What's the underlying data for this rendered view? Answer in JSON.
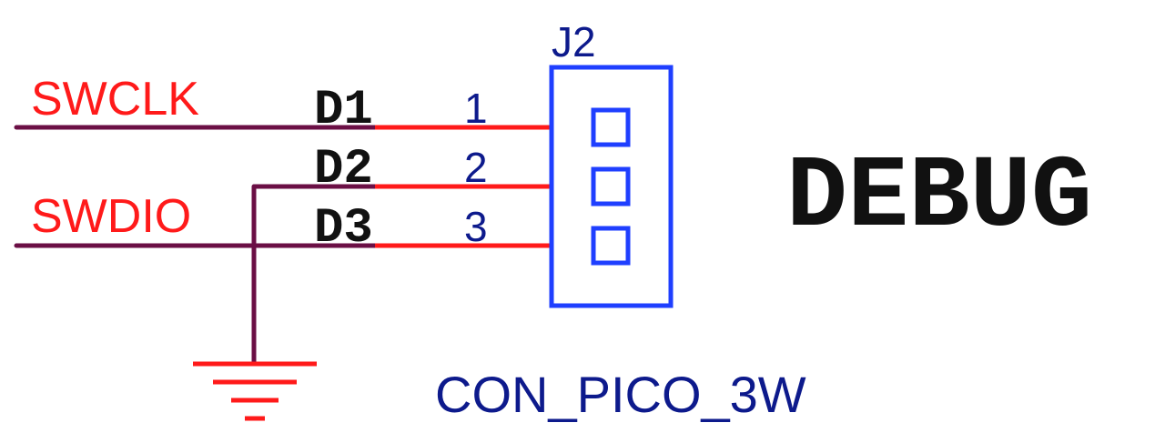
{
  "colors": {
    "wire": "#6b0f45",
    "pin": "#ff1a1a",
    "net_label": "#ff1a1a",
    "symbol": "#1f3fff",
    "symbol_text": "#0d1a8c",
    "pin_name_text": "#111111",
    "ground": "#ff1a1a"
  },
  "nets": {
    "swclk": "SWCLK",
    "swdio": "SWDIO"
  },
  "connector": {
    "reference": "J2",
    "value": "CON_PICO_3W",
    "pins": [
      {
        "name": "D1",
        "number": "1"
      },
      {
        "name": "D2",
        "number": "2"
      },
      {
        "name": "D3",
        "number": "3"
      }
    ]
  },
  "title": "DEBUG"
}
